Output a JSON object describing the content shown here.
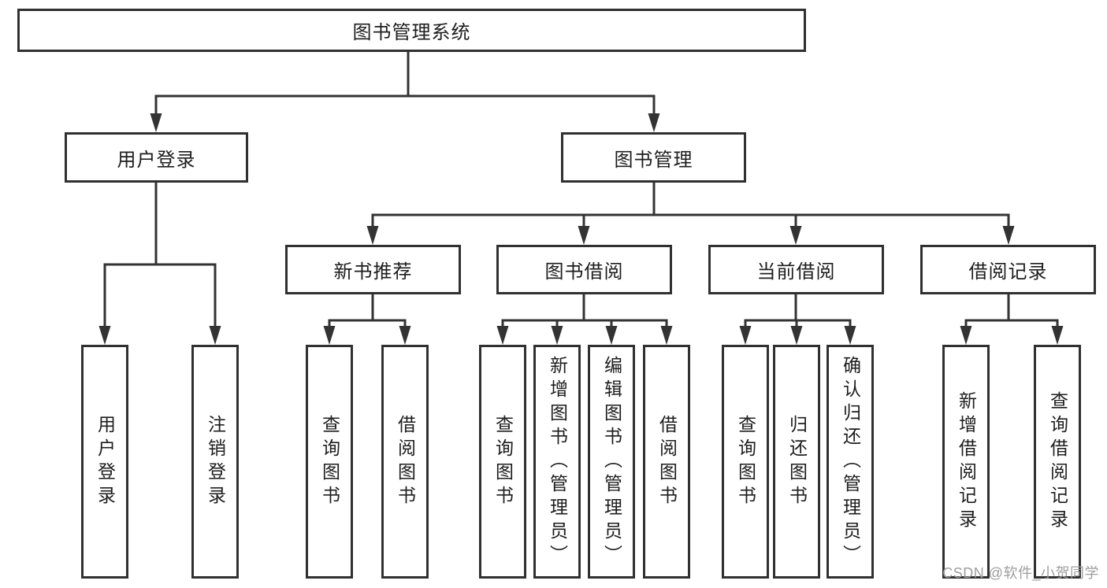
{
  "tree": {
    "root": {
      "label": "图书管理系统"
    },
    "branches": [
      {
        "label": "用户登录",
        "leaves": [
          {
            "label": "用户登录"
          },
          {
            "label": "注销登录"
          }
        ]
      },
      {
        "label": "图书管理",
        "groups": [
          {
            "label": "新书推荐",
            "leaves": [
              {
                "label": "查询图书"
              },
              {
                "label": "借阅图书"
              }
            ]
          },
          {
            "label": "图书借阅",
            "leaves": [
              {
                "label": "查询图书"
              },
              {
                "label": "新增图书（管理员）"
              },
              {
                "label": "编辑图书（管理员）"
              },
              {
                "label": "借阅图书"
              }
            ]
          },
          {
            "label": "当前借阅",
            "leaves": [
              {
                "label": "查询图书"
              },
              {
                "label": "归还图书"
              },
              {
                "label": "确认归还（管理员）"
              }
            ]
          },
          {
            "label": "借阅记录",
            "leaves": [
              {
                "label": "新增借阅记录"
              },
              {
                "label": "查询借阅记录"
              }
            ]
          }
        ]
      }
    ]
  },
  "watermark": {
    "text": "CSDN @软件_小贺同学"
  },
  "colors": {
    "line": "#333333",
    "border": "#303030",
    "text": "#1d1d1d",
    "watermark": "#9e9e9e",
    "background": "#ffffff"
  }
}
